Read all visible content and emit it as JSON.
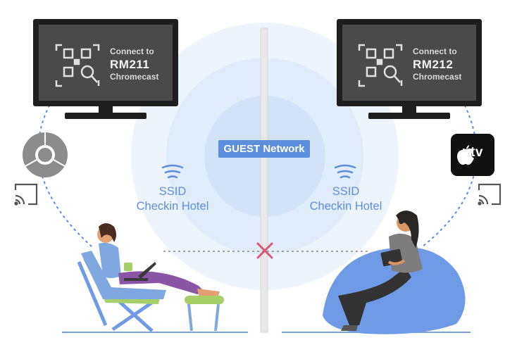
{
  "guest_network": {
    "label": "GUEST Network"
  },
  "tv_left": {
    "connect": "Connect to",
    "room": "RM211",
    "device": "Chromecast"
  },
  "tv_right": {
    "connect": "Connect to",
    "room": "RM212",
    "device": "Chromecast"
  },
  "ssid_left": {
    "line1": "SSID",
    "line2": "Checkin Hotel"
  },
  "ssid_right": {
    "line1": "SSID",
    "line2": "Checkin Hotel"
  },
  "apple_tv": {
    "text": "tv"
  },
  "colors": {
    "accent_blue": "#5b8fdc",
    "wave_blue": "#dbe8f8",
    "tv_frame": "#1e1e1e",
    "tv_screen": "#4a4a4a",
    "blocked_x": "#d65a78",
    "chair_blue": "#7fa8e0",
    "chair_green": "#a6cf6a",
    "beanbag_blue": "#6f9be6"
  },
  "icons": {
    "qr": "qr-scan-icon",
    "wifi": "wifi-signal-icon",
    "chrome": "chrome-logo-icon",
    "cast": "cast-icon",
    "apple": "apple-logo-icon",
    "blocked": "blocked-x-icon"
  }
}
